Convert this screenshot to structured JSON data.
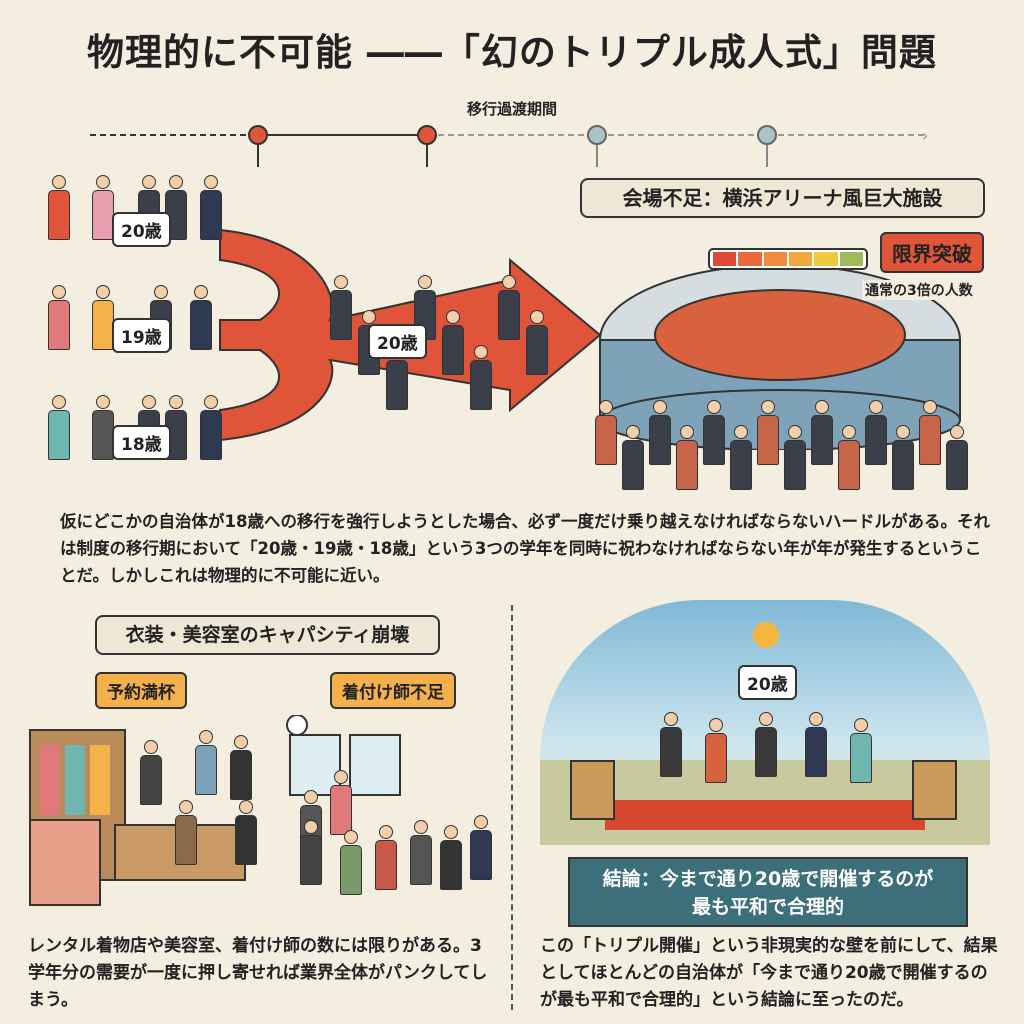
{
  "title": "物理的に不可能 ――「幻のトリプル成人式」問題",
  "timeline": {
    "label": "移行過渡期間"
  },
  "ages": {
    "row1": "20歳",
    "row2": "19歳",
    "row3": "18歳",
    "merged": "20歳"
  },
  "venue": {
    "heading": "会場不足：横浜アリーナ風巨大施設",
    "badge": "限界突破",
    "note": "通常の3倍の人数",
    "meter_colors": [
      "#e04a35",
      "#ea6a3a",
      "#f08b3c",
      "#f3a83f",
      "#ecc93f",
      "#9dbb5a"
    ]
  },
  "intro": "仮にどこかの自治体が18歳への移行を強行しようとした場合、必ず一度だけ乗り越えなければならないハードルがある。それは制度の移行期において「20歳・19歳・18歳」という3つの学年を同時に祝わなければならない年が年が発生するということだ。しかしこれは物理的に不可能に近い。",
  "capacity": {
    "heading": "衣装・美容室のキャパシティ崩壊",
    "bubble1": "予約満杯",
    "bubble2": "着付け師不足",
    "text": "レンタル着物店や美容室、着付け師の数には限りがある。3学年分の需要が一度に押し寄せれば業界全体がパンクしてしまう。"
  },
  "conclusion": {
    "bubble": "20歳",
    "banner_line1": "結論：今まで通り20歳で開催するのが",
    "banner_line2": "最も平和で合理的",
    "text": "この「トリプル開催」という非現実的な壁を前にして、結果としてほとんどの自治体が「今まで通り20歳で開催するのが最も平和で合理的」という結論に至ったのだ。"
  },
  "colors": {
    "accent_red": "#e0553a",
    "teal": "#3c6f7a",
    "background": "#f3eee0"
  }
}
